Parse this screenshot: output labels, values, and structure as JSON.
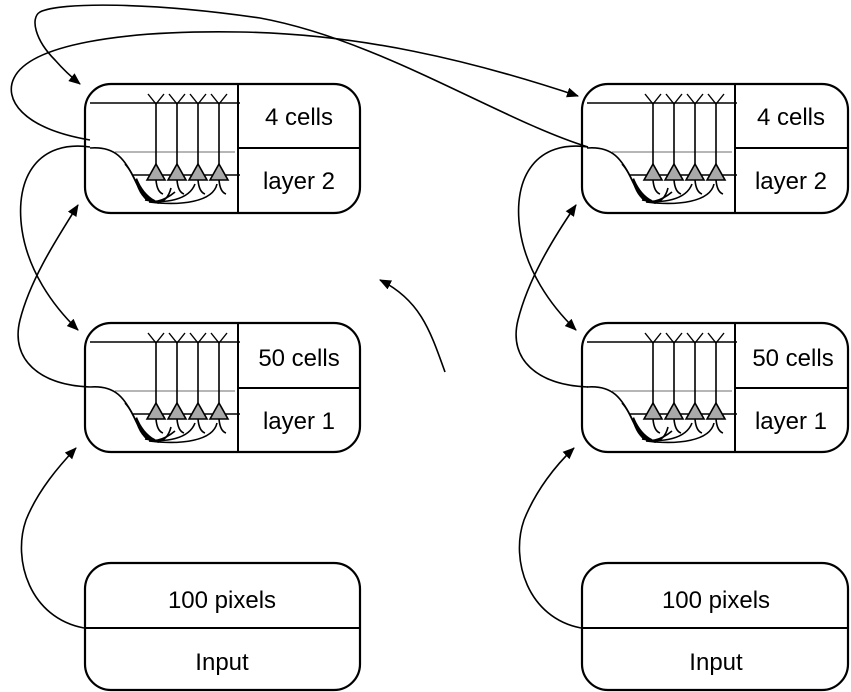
{
  "columns": [
    {
      "layer2": {
        "count": "4 cells",
        "name": "layer 2"
      },
      "layer1": {
        "count": "50 cells",
        "name": "layer 1"
      },
      "input": {
        "count": "100 pixels",
        "name": "Input"
      }
    },
    {
      "layer2": {
        "count": "4 cells",
        "name": "layer 2"
      },
      "layer1": {
        "count": "50 cells",
        "name": "layer 1"
      },
      "input": {
        "count": "100 pixels",
        "name": "Input"
      }
    }
  ]
}
